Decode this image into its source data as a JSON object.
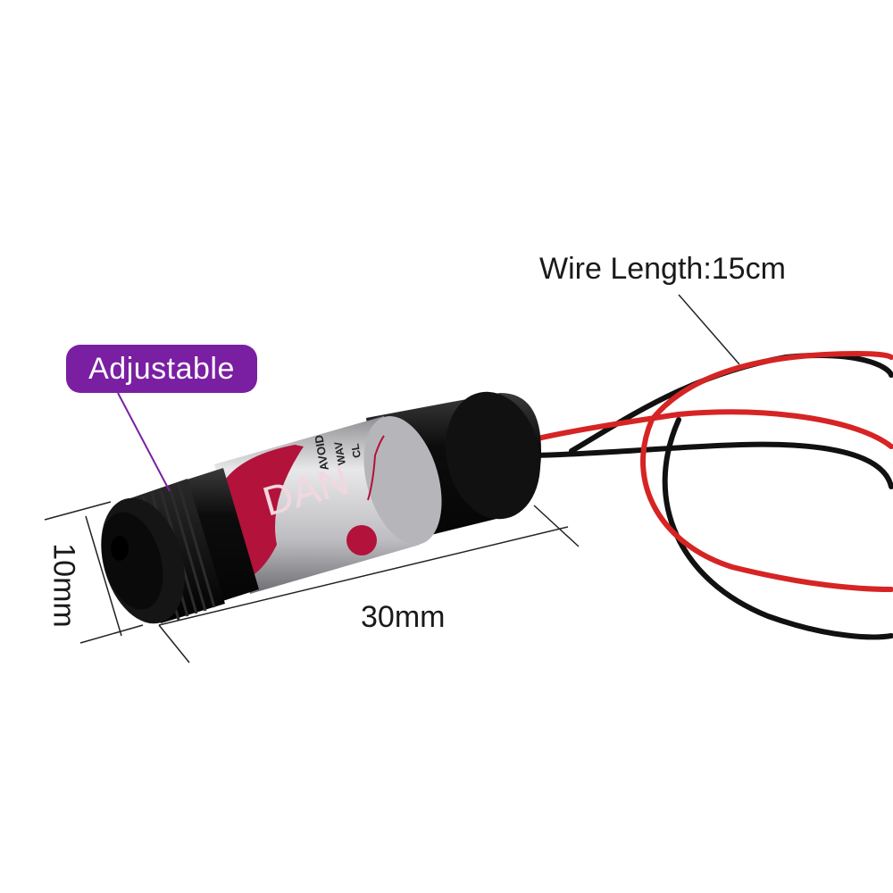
{
  "annotations": {
    "adjustable": "Adjustable",
    "wire_length": "Wire Length:15cm",
    "length": "30mm",
    "diameter": "10mm"
  },
  "label_on_body": {
    "logo_text": "DAN",
    "warning_lines": [
      "AVOID",
      "WAV",
      "CL"
    ]
  },
  "colors": {
    "badge": "#7a1fa2",
    "red_wire": "#d62424",
    "black_wire": "#111111",
    "label_red": "#b3123b",
    "housing_black": "#0d0d0d",
    "housing_silver": "#c9c9cc"
  }
}
